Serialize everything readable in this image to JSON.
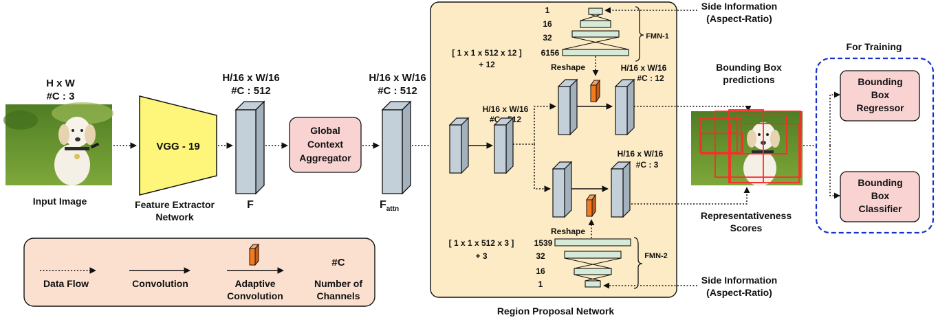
{
  "input": {
    "dims": "H x W",
    "channels": "#C : 3",
    "label": "Input Image"
  },
  "vgg": {
    "label": "VGG - 19",
    "caption_line1": "Feature Extractor",
    "caption_line2": "Network"
  },
  "feature_map": {
    "dims": "H/16 x W/16",
    "channels": "#C : 512",
    "label": "F"
  },
  "gca": {
    "line1": "Global",
    "line2": "Context",
    "line3": "Aggregator"
  },
  "attn_map": {
    "dims": "H/16 x W/16",
    "channels": "#C : 512",
    "label_main": "F",
    "label_sub": "attn"
  },
  "rpn": {
    "label": "Region Proposal Network",
    "mid_dims": "H/16 x W/16",
    "mid_channels": "#C : 512",
    "reshape_top": "Reshape",
    "reshape_bottom": "Reshape",
    "out_top_dims": "H/16 x W/16",
    "out_top_channels": "#C : 12",
    "out_bottom_dims": "H/16 x W/16",
    "out_bottom_channels": "#C : 3"
  },
  "fmn1": {
    "name": "FMN-1",
    "sizes": [
      "1",
      "16",
      "32",
      "6156"
    ],
    "formula": "[ 1 x 1 x 512 x 12 ]",
    "formula_add": "+ 12"
  },
  "fmn2": {
    "name": "FMN-2",
    "sizes": [
      "1539",
      "32",
      "16",
      "1"
    ],
    "formula": "[ 1 x 1 x 512 x 3 ]",
    "formula_add": "+ 3"
  },
  "side_info_top": {
    "line1": "Side Information",
    "line2": "(Aspect-Ratio)"
  },
  "side_info_bottom": {
    "line1": "Side Information",
    "line2": "(Aspect-Ratio)"
  },
  "bbox_pred": {
    "line1": "Bounding Box",
    "line2": "predictions"
  },
  "rep_scores": {
    "line1": "Representativeness",
    "line2": "Scores"
  },
  "training": {
    "title": "For Training",
    "regressor": [
      "Bounding",
      "Box",
      "Regressor"
    ],
    "classifier": [
      "Bounding",
      "Box",
      "Classifier"
    ]
  },
  "legend": {
    "data_flow": "Data Flow",
    "convolution": "Convolution",
    "adaptive_line1": "Adaptive",
    "adaptive_line2": "Convolution",
    "channel_symbol": "#C",
    "channel_line1": "Number of",
    "channel_line2": "Channels"
  },
  "colors": {
    "cube_fill": "#c3cfd9",
    "rpn_bg": "#fcebc4",
    "legend_bg": "#fbe0cf",
    "pink_box": "#f8d3d2",
    "vgg_yellow": "#fdf67a",
    "fmn_fill": "#d5ead9",
    "adaptive_orange": "#f27b22",
    "dashed_blue": "#1730c9",
    "bbox_red": "#ff2a2a"
  }
}
